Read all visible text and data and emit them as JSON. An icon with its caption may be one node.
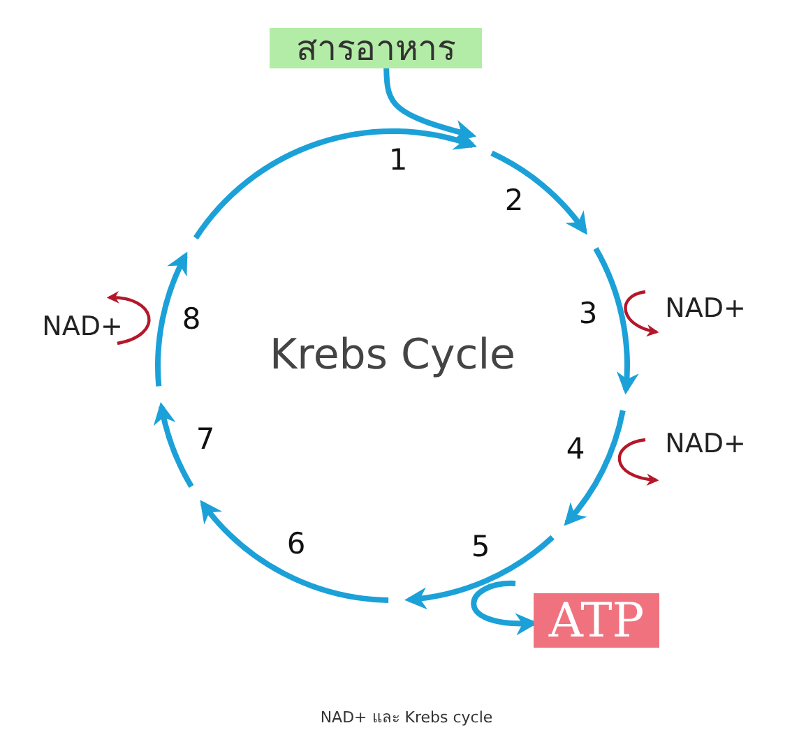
{
  "diagram": {
    "caption": "NAD+ และ Krebs cycle",
    "nodes": [
      {
        "text": [
          "สารอาหาร"
        ]
      },
      {
        "text": [
          "NAD+"
        ]
      },
      {
        "text": [
          "NAD+"
        ]
      },
      {
        "text": [
          "NAD+"
        ]
      },
      {
        "text": [
          "ATP"
        ]
      }
    ],
    "edges": [
      {
        "from": 0,
        "to": null,
        "arrow": "to",
        "style": "thick",
        "color": "#1ba1d8"
      },
      {
        "from": null,
        "to": 4,
        "arrow": "to",
        "style": "thick",
        "color": "#1ba1d8"
      },
      {
        "from": null,
        "to": 1,
        "arrow": "to"
      },
      {
        "from": null,
        "to": 2,
        "arrow": "to"
      },
      {
        "from": null,
        "to": 3,
        "arrow": "to"
      }
    ],
    "labels": [
      "1",
      "2",
      "3",
      "4",
      "5",
      "6",
      "7",
      "8",
      "Krebs Cycle"
    ]
  }
}
